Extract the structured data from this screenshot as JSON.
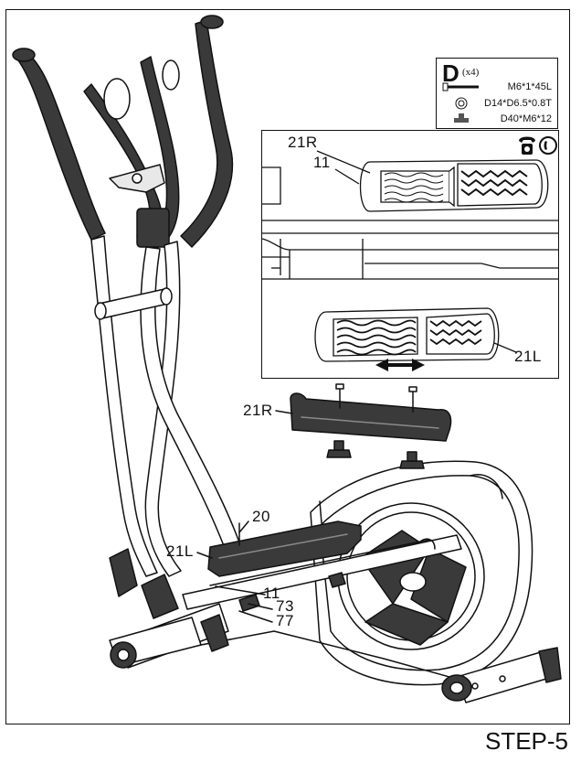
{
  "hardware": {
    "letter": "D",
    "quantity": "(x4)",
    "items": [
      {
        "label": "M6*1*45L",
        "icon": "bolt-icon"
      },
      {
        "label": "D14*D6.5*0.8T",
        "icon": "washer-icon"
      },
      {
        "label": "D40*M6*12",
        "icon": "knob-icon"
      }
    ]
  },
  "detail_callouts": {
    "label_21r": "21R",
    "label_11": "11",
    "label_21l": "21L"
  },
  "main_callouts": {
    "label_21r": "21R",
    "label_20": "20",
    "label_21l": "21L",
    "label_11": "11",
    "label_73": "73",
    "label_77": "77"
  },
  "step": "STEP-5",
  "colors": {
    "dark_part": "#3a3a3a",
    "mid_gray": "#8a8a8a",
    "line": "#111111"
  }
}
